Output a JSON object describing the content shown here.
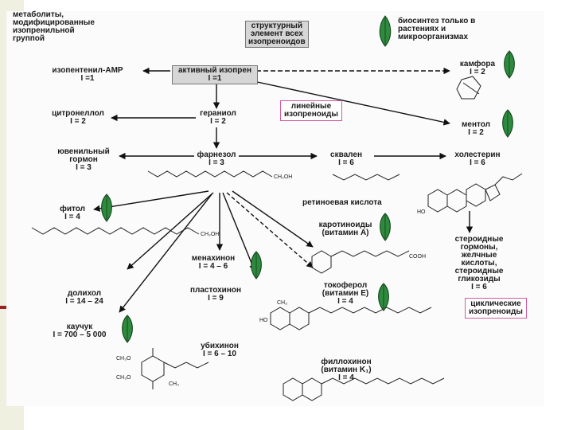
{
  "legend": {
    "metabolites": [
      "метаболиты,",
      "модифицированные",
      "изопренильной",
      "группой"
    ],
    "structural": [
      "структурный",
      "элемент всех",
      "изопреноидов"
    ],
    "biosynthesis": [
      "биосинтез только в",
      "растениях и",
      "микроорганизмах"
    ],
    "linear": [
      "линейные",
      "изопреноиды"
    ],
    "cyclic": [
      "циклические",
      "изопреноиды"
    ]
  },
  "nodes": {
    "isopentenyl_amp": [
      "изопентенил-АМР",
      "I =1"
    ],
    "active_isoprene": [
      "активный изопрен",
      "I =1"
    ],
    "camphor": [
      "камфора",
      "I = 2"
    ],
    "citronellol": [
      "цитронеллол",
      "I = 2"
    ],
    "geraniol": [
      "гераниол",
      "I = 2"
    ],
    "menthol": [
      "ментол",
      "I = 2"
    ],
    "juvenile": [
      "ювенильный",
      "гормон",
      "I = 3"
    ],
    "farnesol": [
      "фарнезол",
      "I = 3"
    ],
    "squalene": [
      "сквален",
      "I = 6"
    ],
    "cholesterol": [
      "холестерин",
      "I = 6"
    ],
    "retinoic": [
      "ретиноевая кислота"
    ],
    "phytol": [
      "фитол",
      "I = 4"
    ],
    "carotenoids": [
      "каротиноиды",
      "(витамин А)"
    ],
    "steroid": [
      "стероидные",
      "гормоны,",
      "желчные",
      "кислоты,",
      "стероидные",
      "гликозиды",
      "I = 6"
    ],
    "menaquinone": [
      "менахинон",
      "I = 4 – 6"
    ],
    "plastoquinone": [
      "пластохинон",
      "I = 9"
    ],
    "tocopherol": [
      "токоферол",
      "(витамин Е)",
      "I = 4"
    ],
    "dolichol": [
      "долихол",
      "I = 14 – 24"
    ],
    "rubber": [
      "каучук",
      "I = 700 – 5 000"
    ],
    "ubiquinone": [
      "убихинон",
      "I = 6 – 10"
    ],
    "phylloquinone": [
      "филлохинон",
      "(витамин K₁)",
      "I = 4"
    ]
  },
  "formula_labels": {
    "ch2oh_farnesol": "CH₂OH",
    "ch2oh_phytol": "CH₂OH",
    "ho_cholesterol": "HO",
    "cooh_retinoic": "COOH",
    "ch3o_1": "CH₃O",
    "ch3o_2": "CH₃O",
    "ch3_ubi": "CH₃",
    "ho_toco": "HO",
    "ch3_toco": "CH₃"
  },
  "colors": {
    "leaf": "#2e8b3e",
    "leaf_dark": "#0f3d18",
    "pink_border": "#d25a9b",
    "accent": "#9c2222"
  }
}
